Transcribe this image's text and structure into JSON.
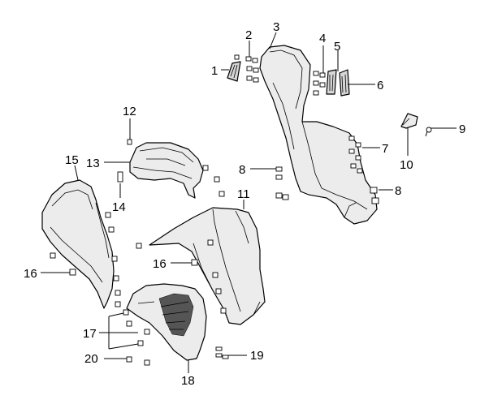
{
  "callouts": [
    {
      "id": "c1",
      "text": "1"
    },
    {
      "id": "c2",
      "text": "2"
    },
    {
      "id": "c3",
      "text": "3"
    },
    {
      "id": "c4",
      "text": "4"
    },
    {
      "id": "c5",
      "text": "5"
    },
    {
      "id": "c6",
      "text": "6"
    },
    {
      "id": "c7",
      "text": "7"
    },
    {
      "id": "c8a",
      "text": "8"
    },
    {
      "id": "c8b",
      "text": "8"
    },
    {
      "id": "c9",
      "text": "9"
    },
    {
      "id": "c10",
      "text": "10"
    },
    {
      "id": "c11",
      "text": "11"
    },
    {
      "id": "c12",
      "text": "12"
    },
    {
      "id": "c13",
      "text": "13"
    },
    {
      "id": "c14",
      "text": "14"
    },
    {
      "id": "c15",
      "text": "15"
    },
    {
      "id": "c16a",
      "text": "16"
    },
    {
      "id": "c16b",
      "text": "16"
    },
    {
      "id": "c17",
      "text": "17"
    },
    {
      "id": "c18",
      "text": "18"
    },
    {
      "id": "c19",
      "text": "19"
    },
    {
      "id": "c20",
      "text": "20"
    }
  ]
}
